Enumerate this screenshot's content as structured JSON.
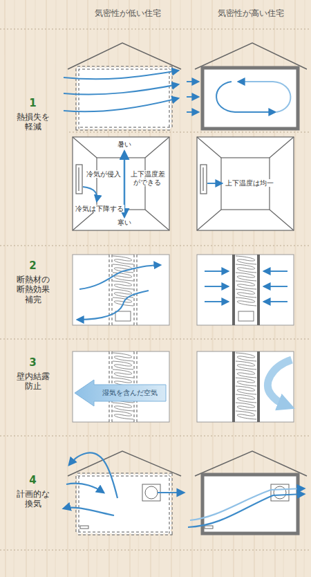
{
  "diagram": {
    "labels": [
      "気密性が低い住宅",
      "気密性が高い住宅",
      "1",
      "熱損失を軽減",
      "暑い",
      "冷気が侵入",
      "上下温度差ができる",
      "冷気は下降する",
      "寒い",
      "上下温度は均一",
      "2",
      "断熱材の断熱効果補完",
      "3",
      "壁内結露防止",
      "湿気を含んだ空気",
      "4",
      "計画的な換気"
    ]
  }
}
